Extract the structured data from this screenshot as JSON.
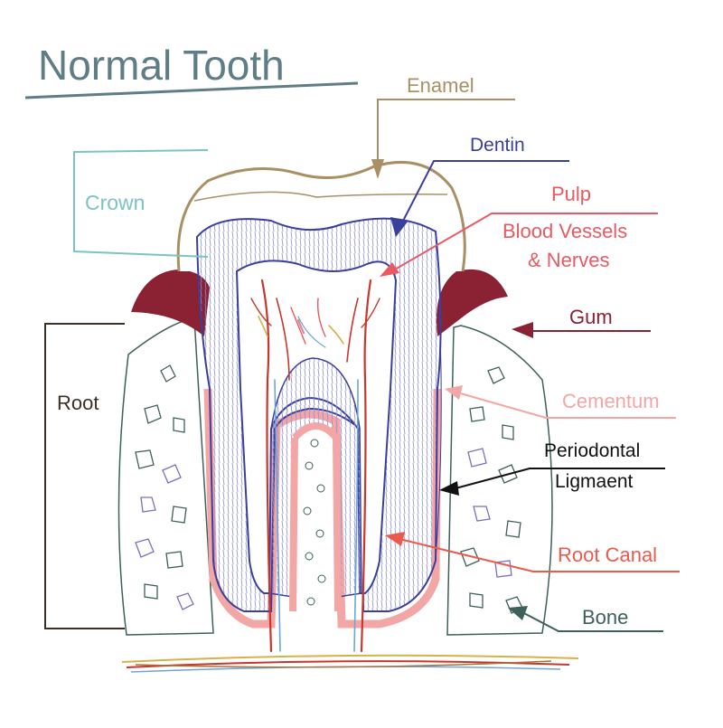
{
  "title": "Normal Tooth",
  "labels": {
    "enamel": "Enamel",
    "dentin": "Dentin",
    "crown": "Crown",
    "pulp": "Pulp",
    "blood_vessels_line1": "Blood Vessels",
    "blood_vessels_line2": "& Nerves",
    "gum": "Gum",
    "root": "Root",
    "cementum": "Cementum",
    "periodontal_line1": "Periodontal",
    "periodontal_line2": "Ligmaent",
    "root_canal": "Root Canal",
    "bone": "Bone"
  },
  "colors": {
    "title": "#5f7d85",
    "enamel": "#a99064",
    "dentin": "#3a3f9c",
    "crown": "#7cc3c4",
    "pulp": "#e85a61",
    "gum": "#8a2233",
    "root": "#3b3026",
    "cementum": "#f3a6a6",
    "periodontal": "#111111",
    "root_canal": "#ec5a4c",
    "bone": "#3e5f5c"
  }
}
